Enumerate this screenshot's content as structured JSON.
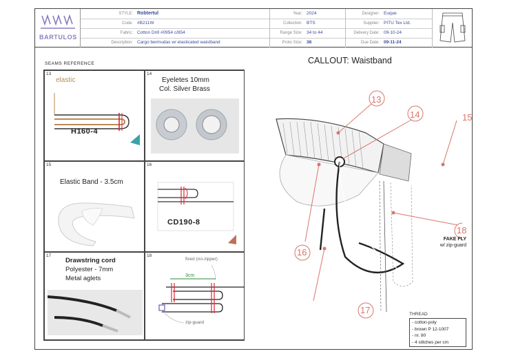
{
  "header": {
    "logo": "BARTULOS",
    "fields_left": [
      {
        "label": "STYLE:",
        "value": "Robtertul"
      },
      {
        "label": "Code:",
        "value": "#B211W"
      },
      {
        "label": "Fabric:",
        "value": "Cotton Drill #0954 c/854"
      },
      {
        "label": "Description:",
        "value": "Cargo bermudas w/ elasticated waistband"
      }
    ],
    "fields_mid": [
      {
        "label": "Year:",
        "value": "2024"
      },
      {
        "label": "Collection:",
        "value": "BTS"
      },
      {
        "label": "Range Size:",
        "value": "34 to 44"
      },
      {
        "label": "Proto Size:",
        "value": "38"
      }
    ],
    "fields_right": [
      {
        "label": "Designer:",
        "value": "Euque"
      },
      {
        "label": "Supplier:",
        "value": "PITU Tex Ltd."
      },
      {
        "label": "Delivery Date:",
        "value": "09-10-24"
      },
      {
        "label": "Due Date:",
        "value": "09-11-24"
      }
    ]
  },
  "seams_title": "SEAMS REFERENCE",
  "callout_title": "CALLOUT: Waistband",
  "cells": {
    "c13": {
      "num": "13",
      "label": "elastic",
      "code": "H160-4"
    },
    "c14": {
      "num": "14",
      "line1": "Eyeletes 10mm",
      "line2": "Col. Silver Brass"
    },
    "c15": {
      "num": "15",
      "label": "Elastic Band - 3.5cm"
    },
    "c16": {
      "num": "16",
      "code": "CD190-8"
    },
    "c17": {
      "num": "17",
      "line1": "Drawstring cord",
      "line2": "Polyester - 7mm",
      "line3": "Metal aglets"
    },
    "c18": {
      "num": "18",
      "fixed": "fixed (no-zipper)",
      "measure": "3cm",
      "zip": "zip-guard"
    }
  },
  "callout_numbers": [
    "13",
    "14",
    "15",
    "16",
    "17",
    "18"
  ],
  "fake_fly": {
    "title": "FAKE FLY",
    "sub": "w/ zip-guard"
  },
  "thread": {
    "title": "THREAD",
    "lines": [
      "- cotton-poly",
      "- brown P 12-1007",
      "- nr. 80",
      "- 4 stitches per cm"
    ]
  },
  "colors": {
    "accent_red": "#d9756a",
    "logo_purple": "#8a7cc0",
    "value_blue": "#3a4a9a",
    "teal": "#3aa3a8"
  }
}
